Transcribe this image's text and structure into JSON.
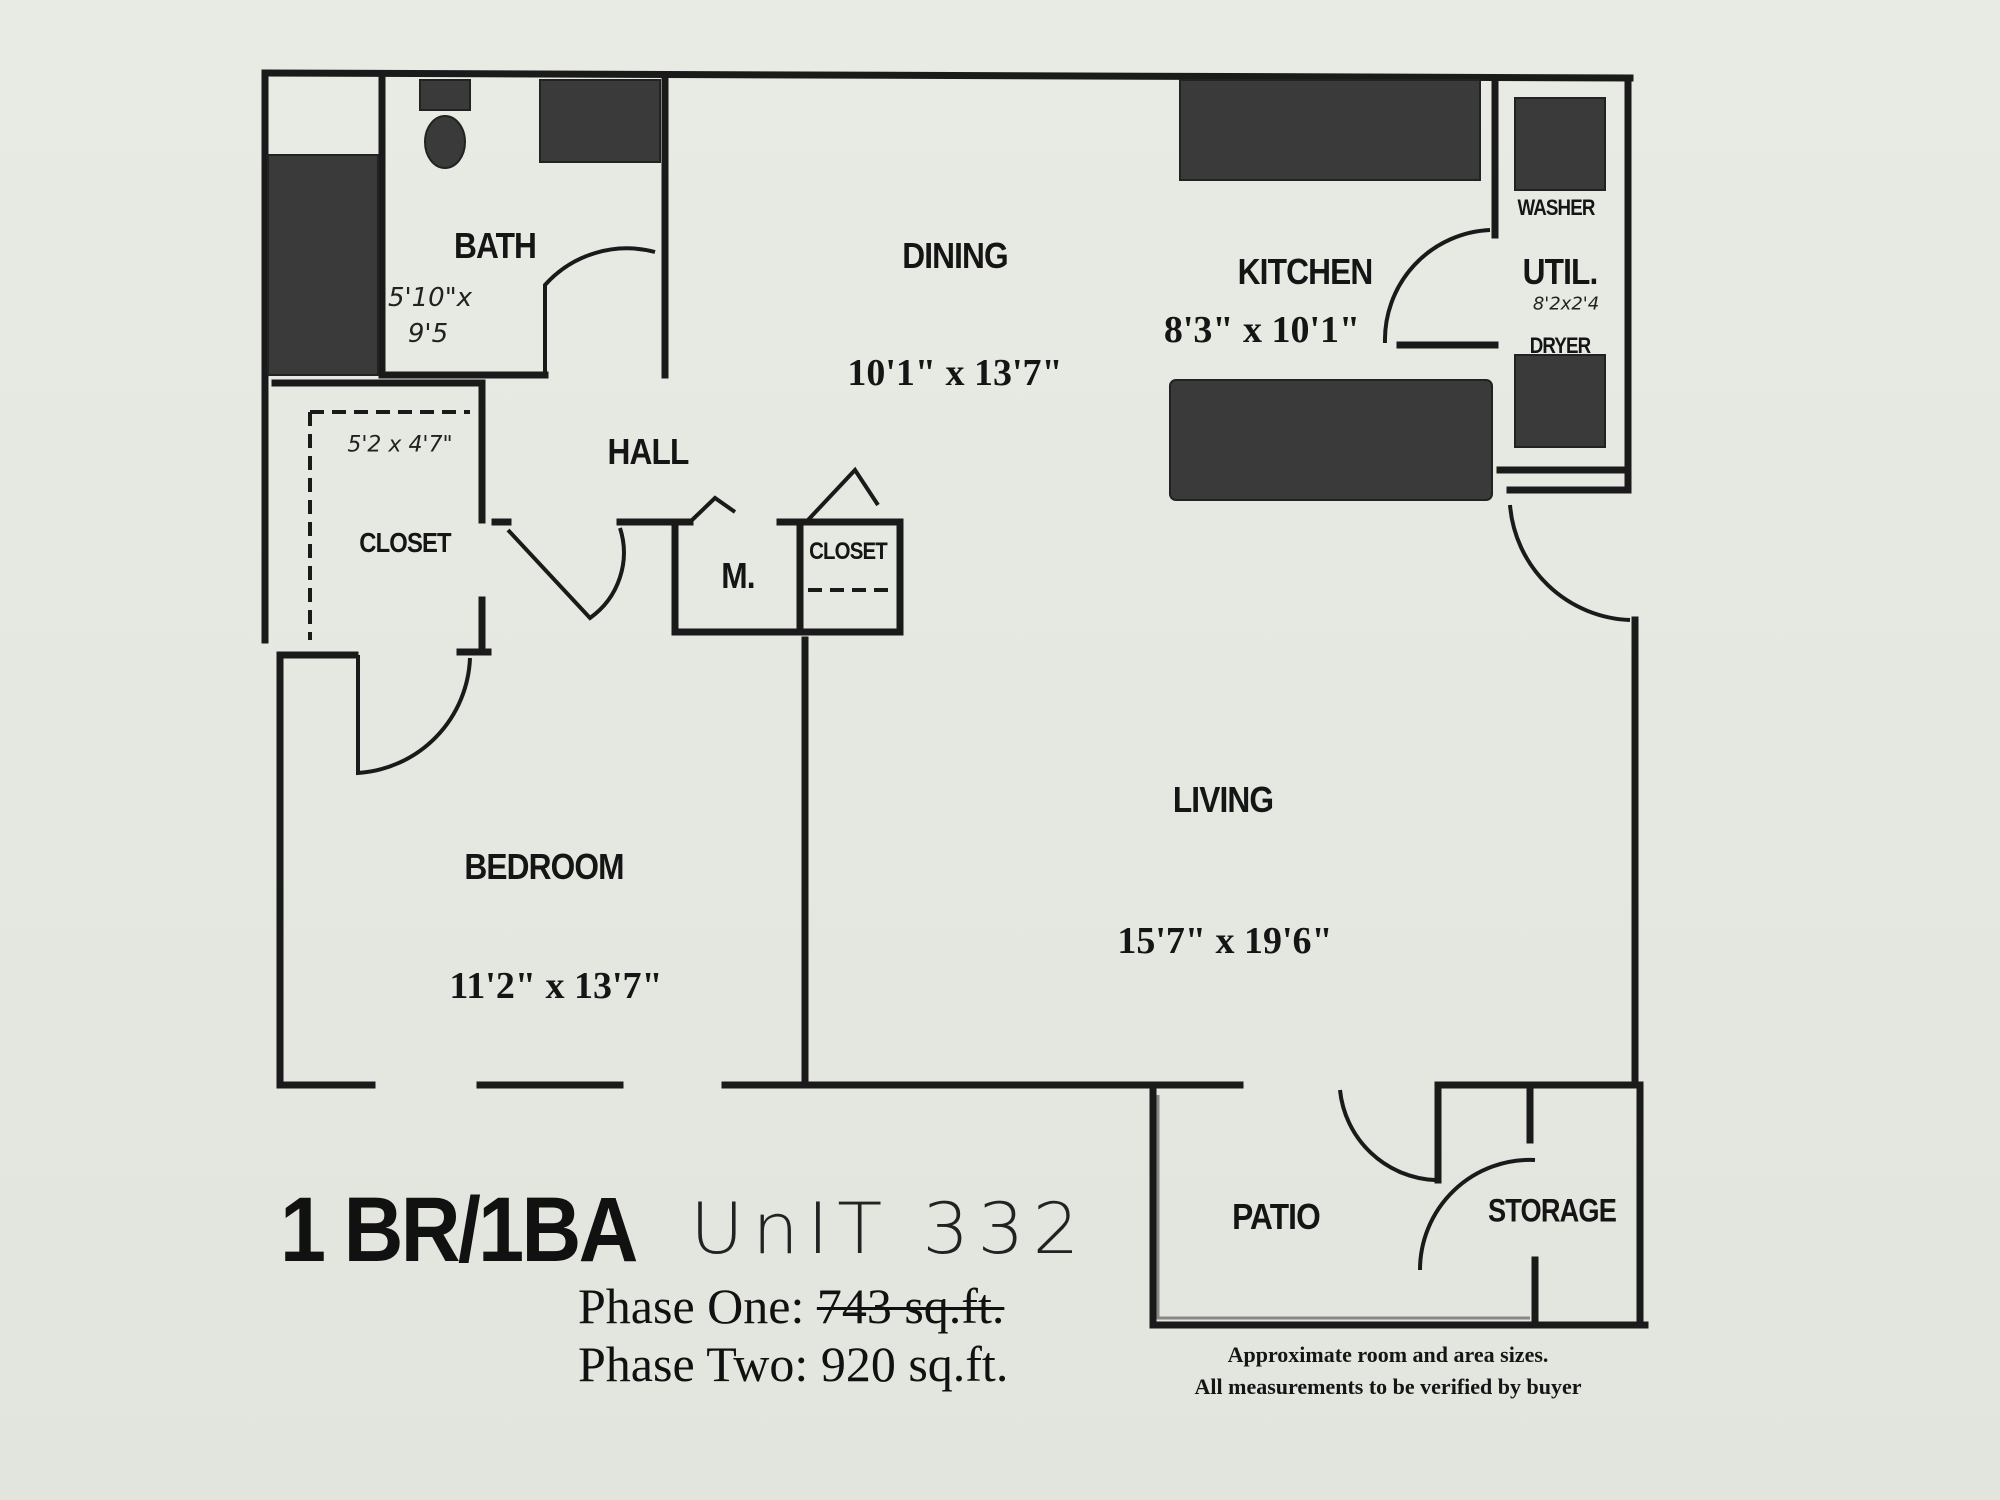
{
  "rooms": {
    "bath": {
      "name": "BATH",
      "dims_handwritten_1": "5'10\"x",
      "dims_handwritten_2": "9'5"
    },
    "dining": {
      "name": "DINING",
      "dims": "10'1\" x 13'7\""
    },
    "kitchen": {
      "name": "KITCHEN",
      "dims": "8'3\" x 10'1\""
    },
    "util": {
      "name": "UTIL.",
      "dims_handwritten": "8'2x2'4"
    },
    "washer": {
      "name": "WASHER"
    },
    "dryer": {
      "name": "DRYER"
    },
    "hall": {
      "name": "HALL"
    },
    "bedroom_closet": {
      "name": "CLOSET",
      "dims_handwritten": "5'2 x 4'7\""
    },
    "m": {
      "name": "M."
    },
    "hall_closet": {
      "name": "CLOSET"
    },
    "living": {
      "name": "LIVING",
      "dims": "15'7\" x 19'6\""
    },
    "bedroom": {
      "name": "BEDROOM",
      "dims": "11'2\" x 13'7\""
    },
    "patio": {
      "name": "PATIO"
    },
    "storage": {
      "name": "STORAGE"
    }
  },
  "footer": {
    "title": "1 BR/1BA",
    "unit_handwritten": "UnIT 332",
    "phase_one_label": "Phase One:",
    "phase_one_value": "743 sq.ft.",
    "phase_two_label": "Phase Two:",
    "phase_two_value": "920 sq.ft.",
    "note_line1": "Approximate room and area sizes.",
    "note_line2": "All measurements to be verified by buyer"
  },
  "colors": {
    "wall": "#1a1a1a",
    "fixture": "#3a3a3a",
    "paper": "#e6e9e2"
  }
}
